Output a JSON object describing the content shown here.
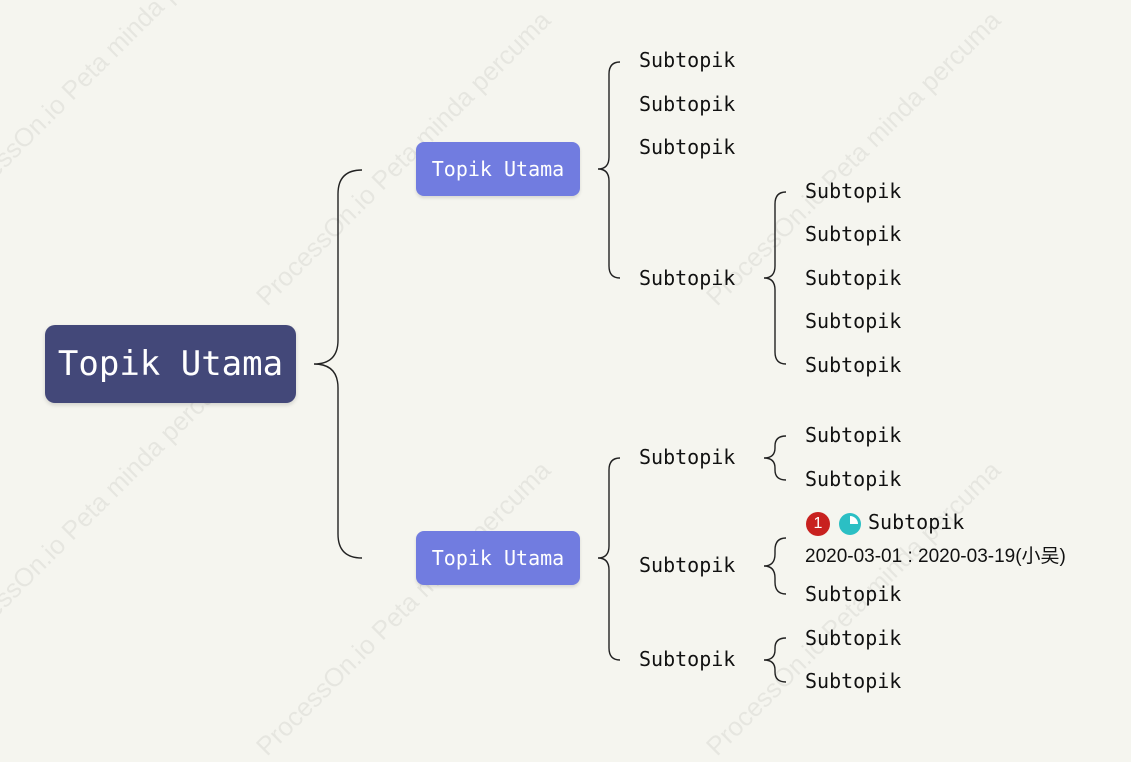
{
  "watermark": "ProcessOn.io Peta minda percuma",
  "root": {
    "label": "Topik Utama"
  },
  "branches": [
    {
      "label": "Topik Utama",
      "children": [
        {
          "label": "Subtopik"
        },
        {
          "label": "Subtopik"
        },
        {
          "label": "Subtopik"
        },
        {
          "label": "Subtopik",
          "children": [
            "Subtopik",
            "Subtopik",
            "Subtopik",
            "Subtopik",
            "Subtopik"
          ]
        }
      ]
    },
    {
      "label": "Topik Utama",
      "children": [
        {
          "label": "Subtopik",
          "children": [
            "Subtopik",
            "Subtopik"
          ]
        },
        {
          "label": "Subtopik",
          "children": [
            {
              "label": "Subtopik",
              "priority": "1",
              "progress_icon": "progress-quarter-icon",
              "dates": "2020-03-01 : 2020-03-19(小吴)"
            },
            {
              "label": "Subtopik"
            }
          ]
        },
        {
          "label": "Subtopik",
          "children": [
            "Subtopik",
            "Subtopik"
          ]
        }
      ]
    }
  ],
  "colors": {
    "background": "#f5f5ef",
    "root": "#434879",
    "main_topic": "#717ce0",
    "priority_badge": "#c8211f",
    "progress_badge": "#2bbfc4"
  }
}
